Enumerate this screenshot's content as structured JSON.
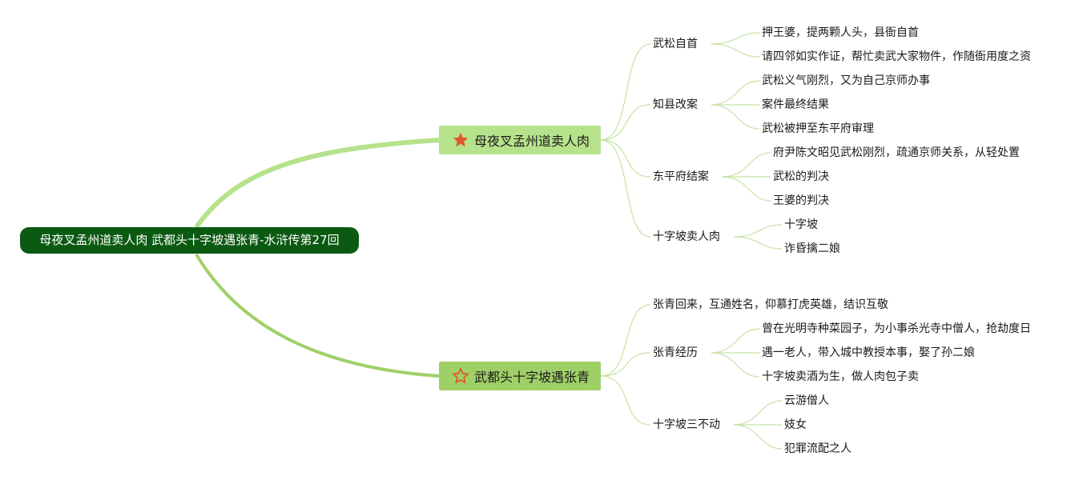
{
  "root": {
    "label": "母夜叉孟州道卖人肉 武都头十字坡遇张青-水浒传第27回"
  },
  "topics": [
    {
      "label": "母夜叉孟州道卖人肉",
      "marker": "star-filled-icon",
      "marker_color": "#e0552c",
      "children": [
        {
          "label": "武松自首",
          "children": [
            "押王婆，提两颗人头，县衙自首",
            "请四邻如实作证，帮忙卖武大家物件，作随衙用度之资"
          ]
        },
        {
          "label": "知县改案",
          "children": [
            "武松义气刚烈，又为自己京师办事",
            "案件最终结果",
            "武松被押至东平府审理"
          ]
        },
        {
          "label": "东平府结案",
          "children": [
            "府尹陈文昭见武松刚烈，疏通京师关系，从轻处置",
            "武松的判决",
            "王婆的判决"
          ]
        },
        {
          "label": "十字坡卖人肉",
          "children": [
            "十字坡",
            "诈昏擒二娘"
          ]
        }
      ]
    },
    {
      "label": "武都头十字坡遇张青",
      "marker": "star-outline-icon",
      "marker_color": "#e0552c",
      "children": [
        {
          "label": "张青回来，互通姓名，仰慕打虎英雄，结识互敬",
          "children": []
        },
        {
          "label": "张青经历",
          "children": [
            "曾在光明寺种菜园子，为小事杀光寺中僧人，抢劫度日",
            "遇一老人，带入城中教授本事，娶了孙二娘",
            "十字坡卖酒为生，做人肉包子卖"
          ]
        },
        {
          "label": "十字坡三不动",
          "children": [
            "云游僧人",
            "妓女",
            "犯罪流配之人"
          ]
        }
      ]
    }
  ],
  "colors": {
    "root_bg": "#0b5a12",
    "topic1_bg": "#b6e28c",
    "topic2_bg": "#9fd067",
    "branch_line": "#c5e3a5",
    "main_line_1": "#b6e28c",
    "main_line_2": "#9fd067"
  }
}
